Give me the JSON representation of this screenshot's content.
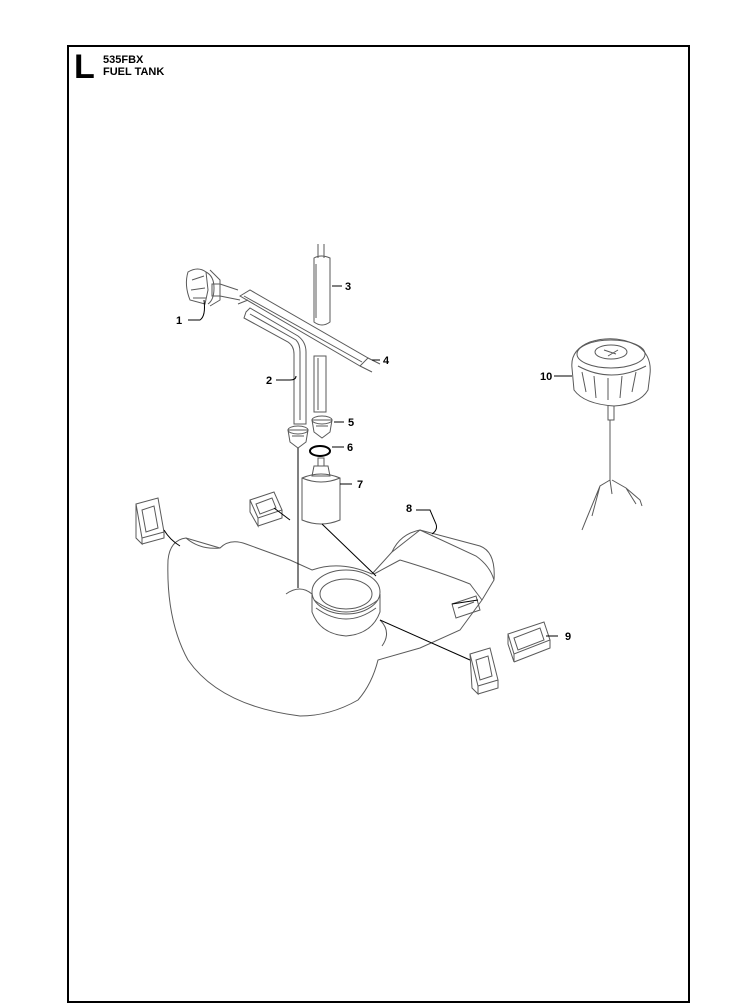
{
  "header": {
    "section_letter": "L",
    "model": "535FBX",
    "title": "FUEL TANK"
  },
  "callouts": [
    "1",
    "2",
    "3",
    "4",
    "5",
    "6",
    "7",
    "8",
    "9",
    "10"
  ],
  "colors": {
    "line": "#000000",
    "part_stroke": "#5a5a5a",
    "background": "#ffffff"
  }
}
